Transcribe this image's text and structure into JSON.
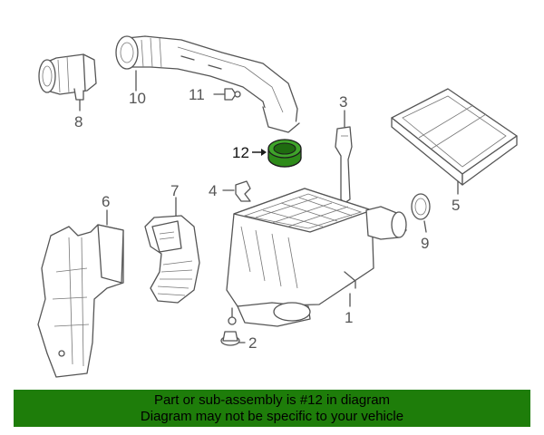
{
  "diagram": {
    "highlight_color": "#2e8b1a",
    "callouts": [
      {
        "id": "part-1",
        "label": "1"
      },
      {
        "id": "part-2",
        "label": "2"
      },
      {
        "id": "part-3",
        "label": "3"
      },
      {
        "id": "part-4",
        "label": "4"
      },
      {
        "id": "part-5",
        "label": "5"
      },
      {
        "id": "part-6",
        "label": "6"
      },
      {
        "id": "part-7",
        "label": "7"
      },
      {
        "id": "part-8",
        "label": "8"
      },
      {
        "id": "part-9",
        "label": "9"
      },
      {
        "id": "part-10",
        "label": "10"
      },
      {
        "id": "part-11",
        "label": "11"
      },
      {
        "id": "part-12",
        "label": "12"
      }
    ]
  },
  "banner": {
    "line1": "Part or sub-assembly is #12 in diagram",
    "line2": "Diagram may not be specific to your vehicle",
    "background": "#1e7d0a"
  }
}
